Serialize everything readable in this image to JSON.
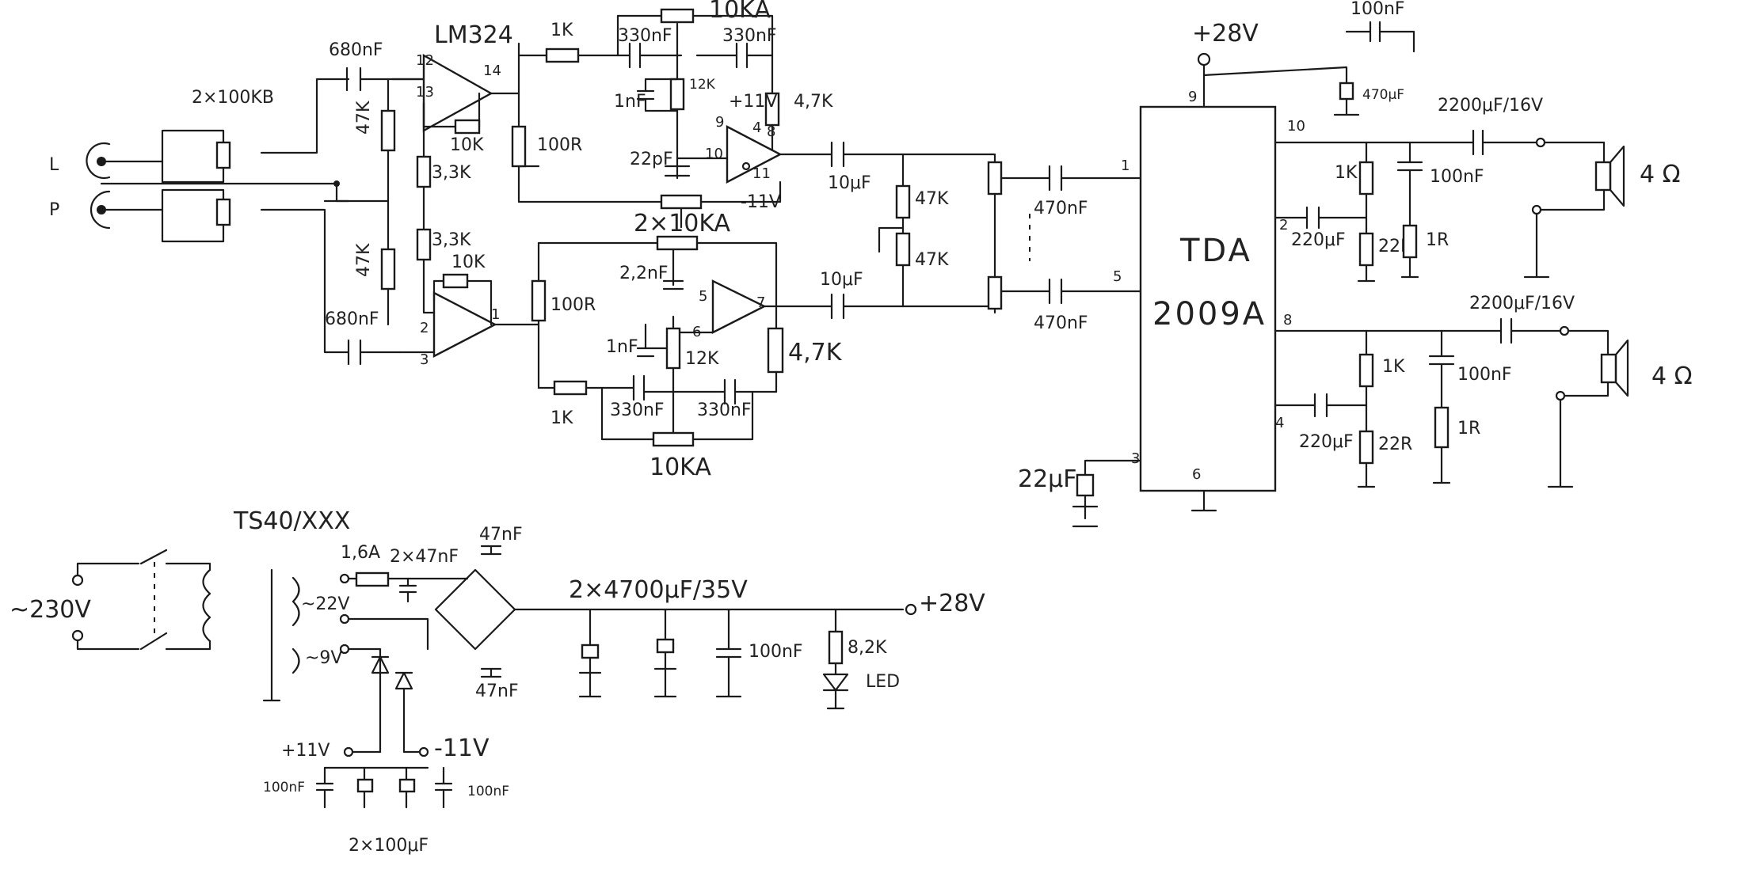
{
  "input": {
    "channel_left": "L",
    "channel_right": "P",
    "volume_pot": "2×100KB",
    "coupling_cap_left": "680nF",
    "coupling_cap_right": "680nF"
  },
  "preamp": {
    "opamp": "LM324",
    "bias_resistor_top": "47K",
    "bias_resistor_bottom": "47K",
    "divider_top": "3,3K",
    "divider_bottom": "3,3K",
    "feedback_left": "10K",
    "feedback_right": "10K",
    "pin_labels_left": [
      "12",
      "13",
      "14"
    ],
    "pin_labels_right": [
      "2",
      "3",
      "1"
    ]
  },
  "tone_control": {
    "series_resistor_top": "1K",
    "series_resistor_bottom": "1K",
    "pot_treble_top": "10KA",
    "pot_treble_bottom": "10KA",
    "pot_bass_dual": "2×10KA",
    "cap_330_a": "330nF",
    "cap_330_b": "330nF",
    "cap_330_c": "330nF",
    "cap_330_d": "330nF",
    "cap_1n_top": "1nF",
    "cap_1n_bottom": "1nF",
    "resistor_12k_top": "12K",
    "resistor_12k_bottom": "12K",
    "cap_22p_top": "22pF",
    "cap_22p_bottom": "2,2nF",
    "resistor_100r_top": "100R",
    "resistor_100r_bottom": "100R",
    "resistor_47k_top": "4,7K",
    "resistor_47k_bottom": "4,7K",
    "supply_pos": "+11V",
    "supply_neg": "-11V",
    "pin_labels_top": [
      "9",
      "4",
      "8",
      "10",
      "11"
    ],
    "pin_labels_bottom": [
      "5",
      "6",
      "7"
    ]
  },
  "coupling": {
    "cap_out_top": "10μF",
    "cap_out_bottom": "10μF",
    "bias_47k_top": "47K",
    "bias_47k_bottom": "47K",
    "cap_470n_top": "470nF",
    "cap_470n_bottom": "470nF"
  },
  "power_amp": {
    "chip_line1": "TDA",
    "chip_line2": "2009A",
    "supply": "+28V",
    "supply_cap": "100nF",
    "supply_elyt": "470μF",
    "pin_numbers": [
      "9",
      "10",
      "1",
      "2",
      "5",
      "8",
      "4",
      "3",
      "6"
    ],
    "output_cap_top": "2200μF/16V",
    "output_cap_bottom": "2200μF/16V",
    "zobel_cap_top": "100nF",
    "zobel_cap_bottom": "100nF",
    "zobel_res_top": "1R",
    "zobel_res_bottom": "1R",
    "fb_res_1k_top": "1K",
    "fb_res_1k_bottom": "1K",
    "fb_res_22r_top": "22R",
    "fb_res_22r_bottom": "22R",
    "fb_cap_top": "220μF",
    "fb_cap_bottom": "220μF",
    "bypass_cap": "22μF",
    "speaker_top": "4 Ω",
    "speaker_bottom": "4 Ω"
  },
  "power_supply": {
    "transformer": "TS40/XXX",
    "mains": "~230V",
    "secondary_hi": "~22V",
    "secondary_lo": "~9V",
    "fuse": "1,6A",
    "bridge_caps": "2×47nF",
    "bridge_cap_top": "47nF",
    "bridge_cap_bottom": "47nF",
    "filter_caps": "2×4700μF/35V",
    "filter_cap_small": "100nF",
    "led_resistor": "8,2K",
    "led": "LED",
    "output_voltage": "+28V",
    "split_pos": "+11V",
    "split_neg": "-11V",
    "split_cap_left": "100nF",
    "split_cap_right": "100nF",
    "split_elyt": "2×100μF"
  }
}
